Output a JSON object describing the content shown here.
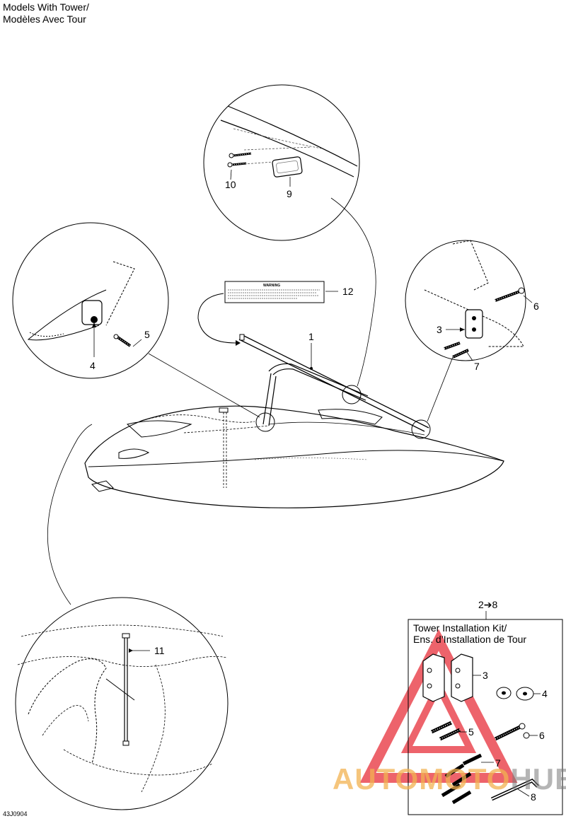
{
  "title": {
    "line1": "Models With Tower/",
    "line2": "Modèles Avec Tour"
  },
  "drawing_code": "43J0904",
  "kit": {
    "range_label": "2➔8",
    "title_line1": "Tower Installation Kit/",
    "title_line2": "Ens. d’Installation de Tour"
  },
  "callouts": {
    "c1": "1",
    "c3": "3",
    "c4": "4",
    "c5": "5",
    "c6": "6",
    "c7": "7",
    "c9": "9",
    "c10": "10",
    "c11": "11",
    "c12": "12",
    "k3": "3",
    "k4": "4",
    "k5": "5",
    "k6": "6",
    "k7": "7",
    "k8": "8"
  },
  "watermark": {
    "part1": "AUTOMOTO",
    "part2": "HUB",
    "color_primary": "#f2b250",
    "color_secondary": "#787878",
    "triangle_color": "#e8303a"
  },
  "warning_label": {
    "heading": "WARNING"
  }
}
